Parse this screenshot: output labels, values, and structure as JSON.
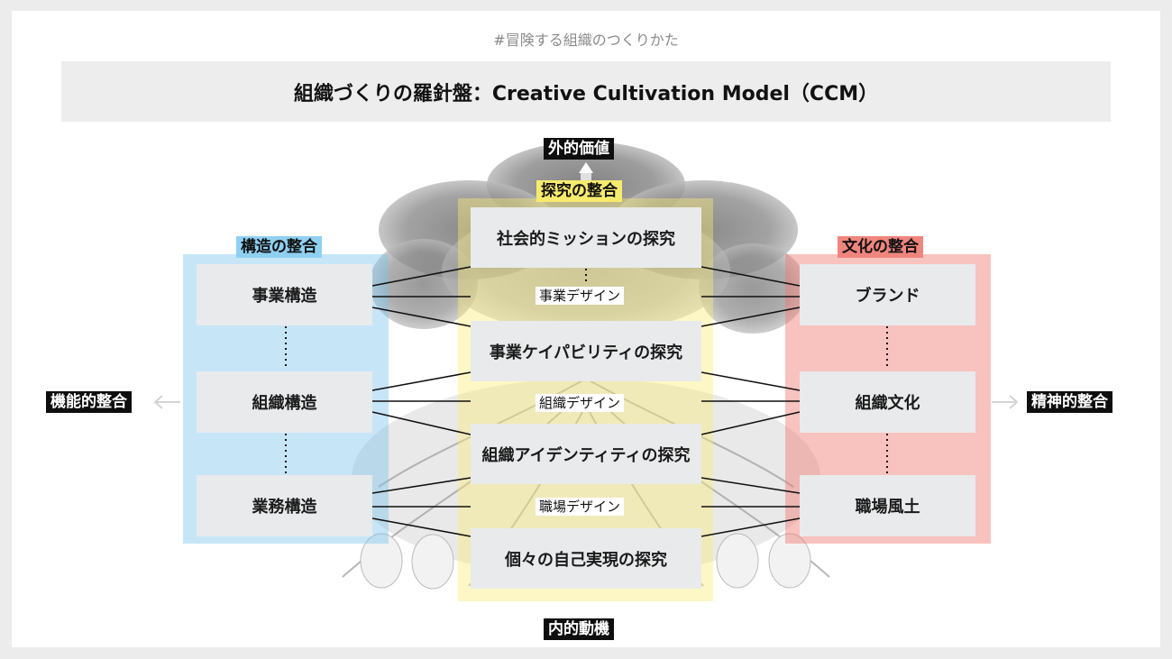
{
  "hashtag": "#冒険する組織のつくりかた",
  "title": "組織づくりの羅針盤：Creative Cultivation Model（CCM）",
  "axis": {
    "top": "外的価値",
    "bottom": "内的動機",
    "left": "機能的整合",
    "right": "精神的整合"
  },
  "structure": {
    "header": "構造の整合",
    "items": [
      "事業構造",
      "組織構造",
      "業務構造"
    ]
  },
  "culture": {
    "header": "文化の整合",
    "items": [
      "ブランド",
      "組織文化",
      "職場風土"
    ]
  },
  "inquiry": {
    "header": "探究の整合",
    "items": [
      "社会的ミッションの探究",
      "事業ケイパビリティの探究",
      "組織アイデンティティの探究",
      "個々の自己実現の探究"
    ]
  },
  "designs": [
    "事業デザイン",
    "組織デザイン",
    "職場デザイン"
  ],
  "colors": {
    "structure": "#78c3ee",
    "culture": "#f0786e",
    "inquiry": "#faeb78"
  }
}
